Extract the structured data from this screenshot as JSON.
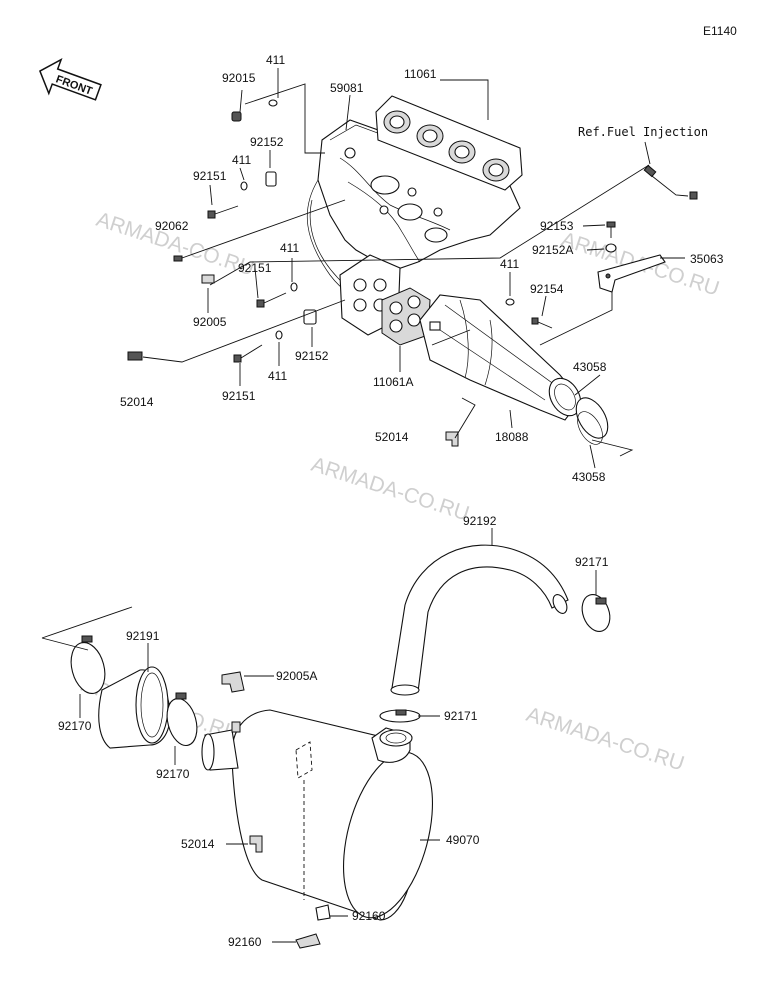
{
  "diagram_code": "E1140",
  "front_label": "FRONT",
  "ref_note": "Ref.Fuel Injection",
  "watermarks": [
    "ARMADA-CO.RU",
    "ARMADA-CO.RU",
    "ARMADA-CO.RU",
    "ARMADA-CO.RU",
    "ARMADA-CO.RU"
  ],
  "labels": {
    "p411a": "411",
    "p92015": "92015",
    "p59081": "59081",
    "p11061": "11061",
    "p92152a": "92152",
    "p411b": "411",
    "p92151a": "92151",
    "p92062": "92062",
    "p411c": "411",
    "p92151b": "92151",
    "p92005": "92005",
    "p92152b": "92152",
    "p52014a": "52014",
    "p92151c": "92151",
    "p411d": "411",
    "p11061A": "11061A",
    "p411e": "411",
    "p92153": "92153",
    "p92152A": "92152A",
    "p35063": "35063",
    "p92154": "92154",
    "p43058a": "43058",
    "p52014b": "52014",
    "p18088": "18088",
    "p43058b": "43058",
    "p92192": "92192",
    "p92171a": "92171",
    "p92191": "92191",
    "p92005A": "92005A",
    "p92171b": "92171",
    "p92170a": "92170",
    "p92170b": "92170",
    "p52014c": "52014",
    "p49070": "49070",
    "p92160a": "92160",
    "p92160b": "92160"
  }
}
